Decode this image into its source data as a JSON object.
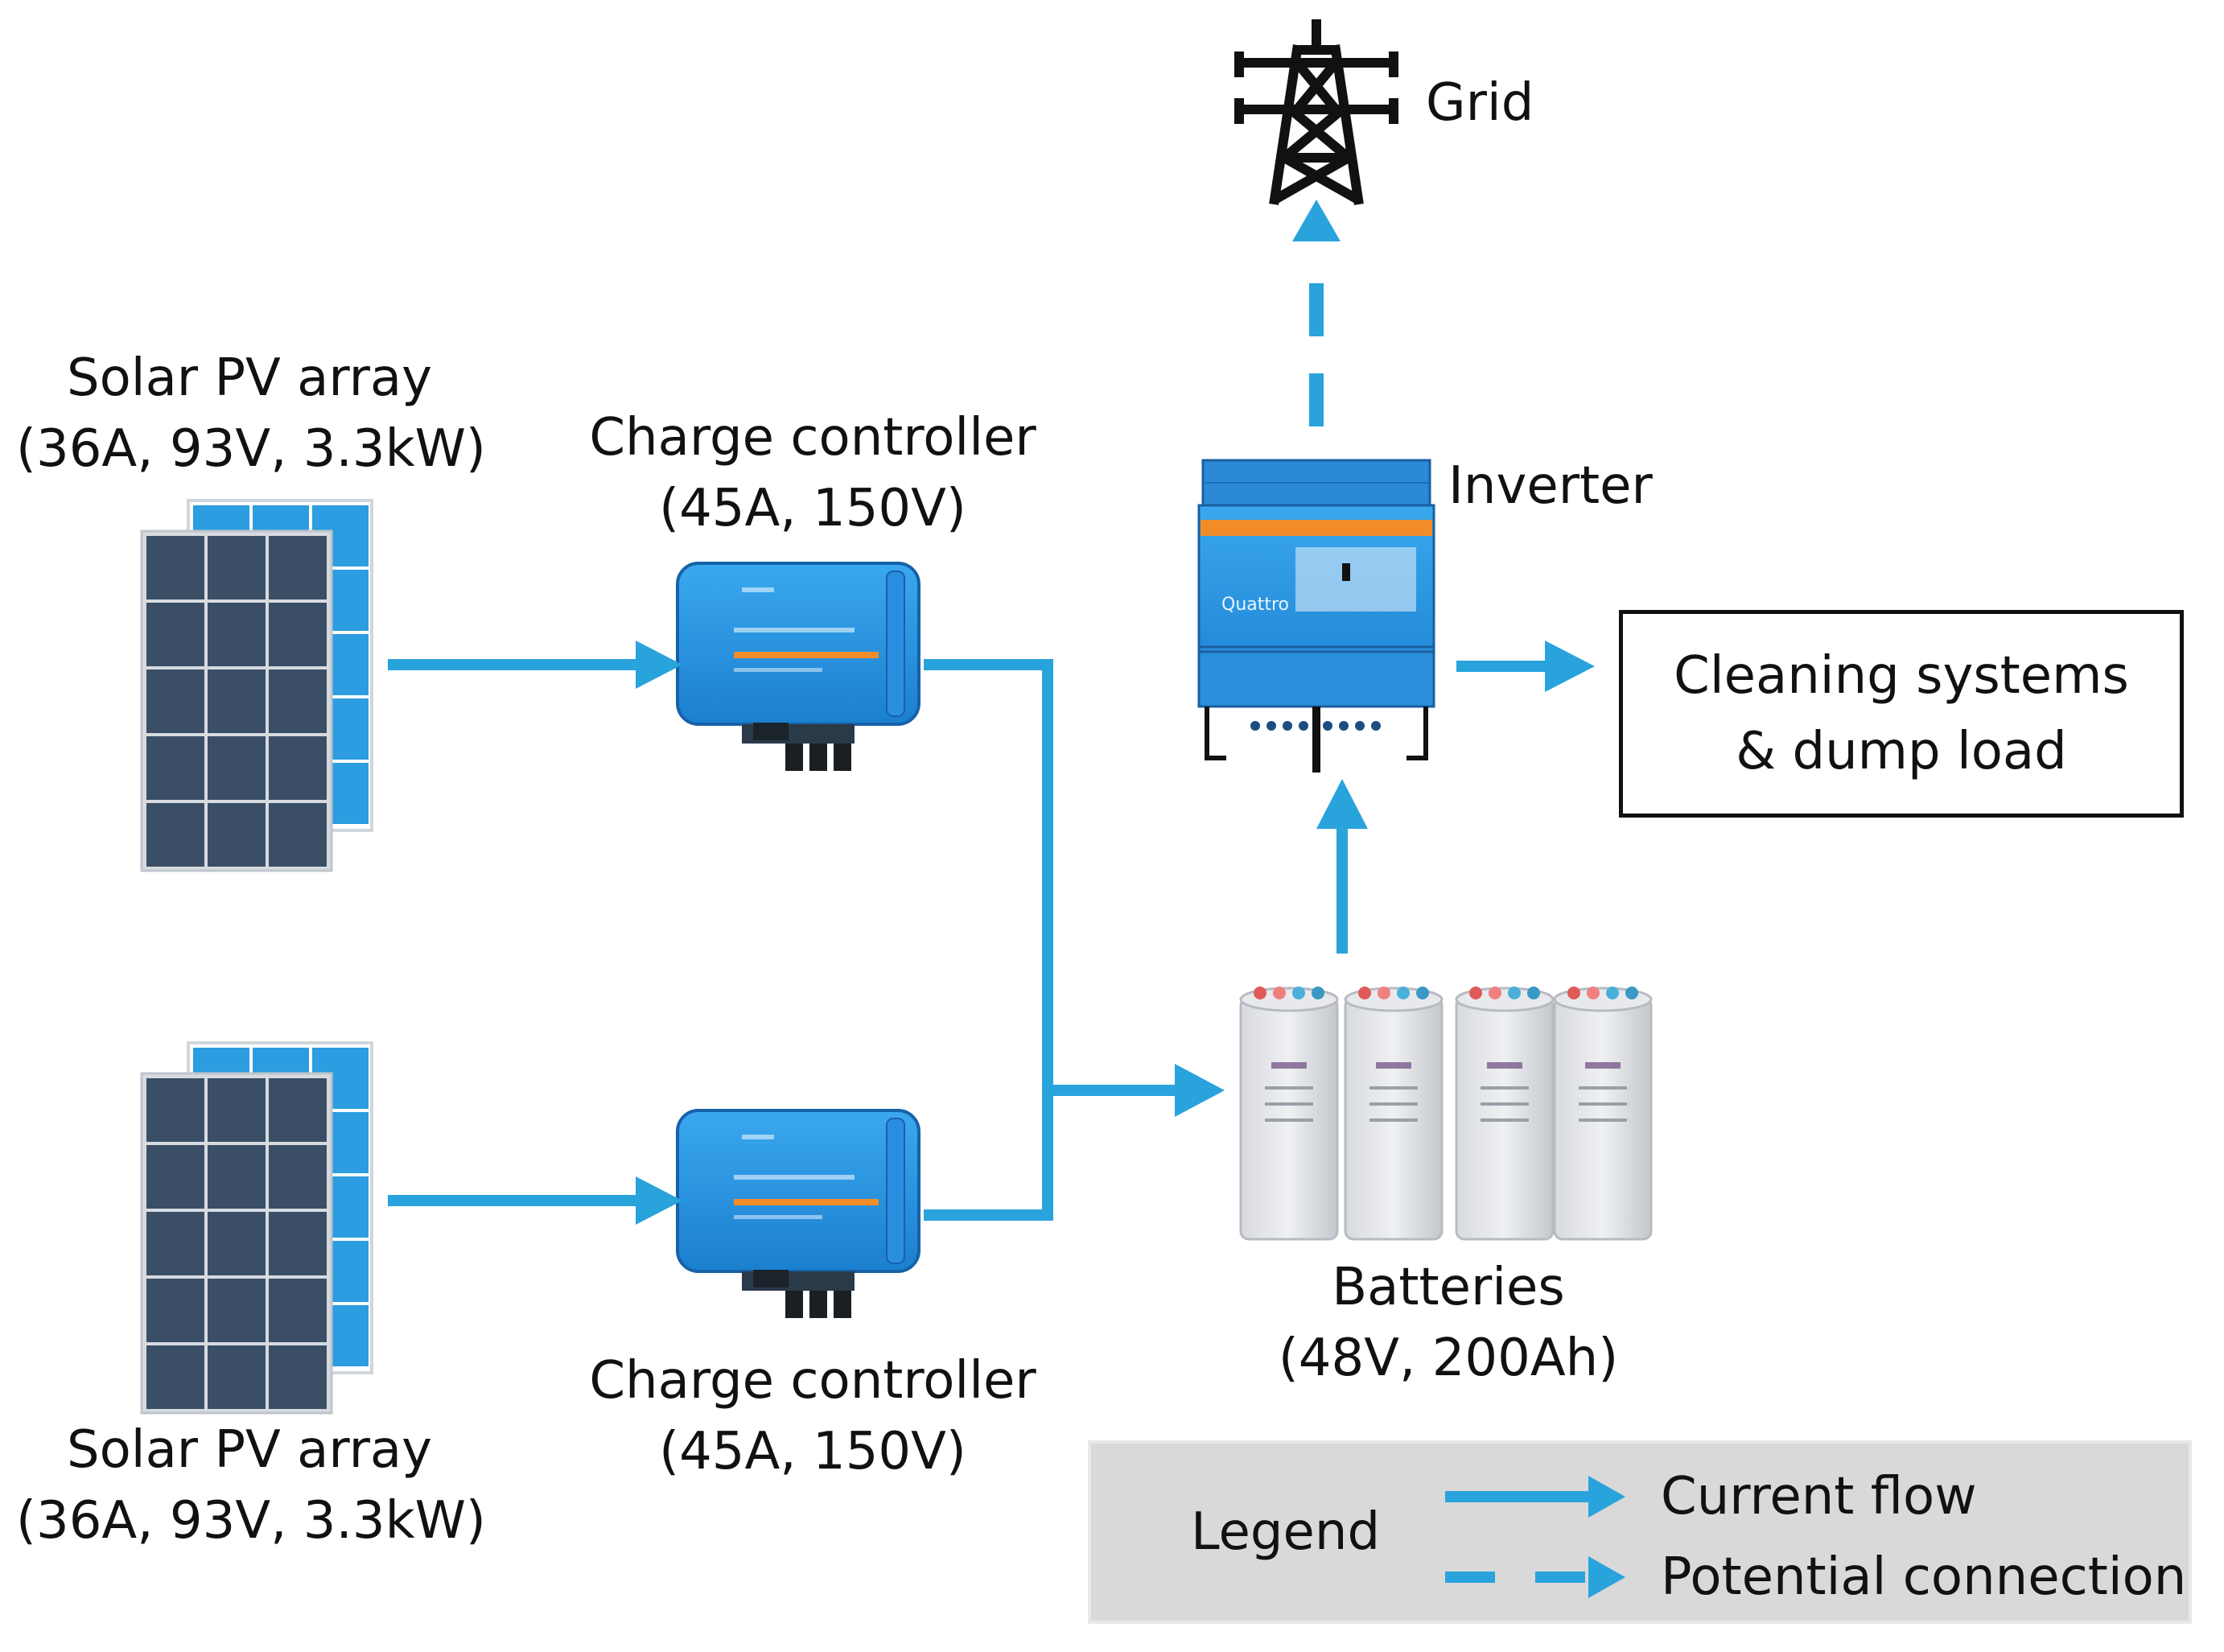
{
  "nodes": {
    "pv_top": {
      "title": "Solar PV array",
      "spec": "(36A, 93V, 3.3kW)"
    },
    "pv_bottom": {
      "title": "Solar PV array",
      "spec": "(36A, 93V, 3.3kW)"
    },
    "cc_top": {
      "title": "Charge controller",
      "spec": "(45A, 150V)"
    },
    "cc_bottom": {
      "title": "Charge controller",
      "spec": "(45A, 150V)"
    },
    "inverter": {
      "title": "Inverter",
      "brand": "Quattro"
    },
    "grid": {
      "title": "Grid"
    },
    "batteries": {
      "title": "Batteries",
      "spec": "(48V, 200Ah)"
    },
    "load": {
      "line1": "Cleaning systems",
      "line2": "& dump load"
    }
  },
  "legend": {
    "title": "Legend",
    "items": [
      {
        "label": "Current flow",
        "style": "solid"
      },
      {
        "label": "Potential connection",
        "style": "dashed"
      }
    ]
  },
  "colors": {
    "flow": "#29a3dc",
    "panel_front": "#3a4f66",
    "panel_back": "#2b9de0",
    "device_blue": "#1e88d8",
    "inverter_orange": "#f28c28",
    "legend_bg": "#d9d9d9"
  },
  "icons": [
    "solar-panel-icon",
    "charge-controller-icon",
    "inverter-icon",
    "transmission-tower-icon",
    "battery-icon",
    "arrow-icon"
  ]
}
